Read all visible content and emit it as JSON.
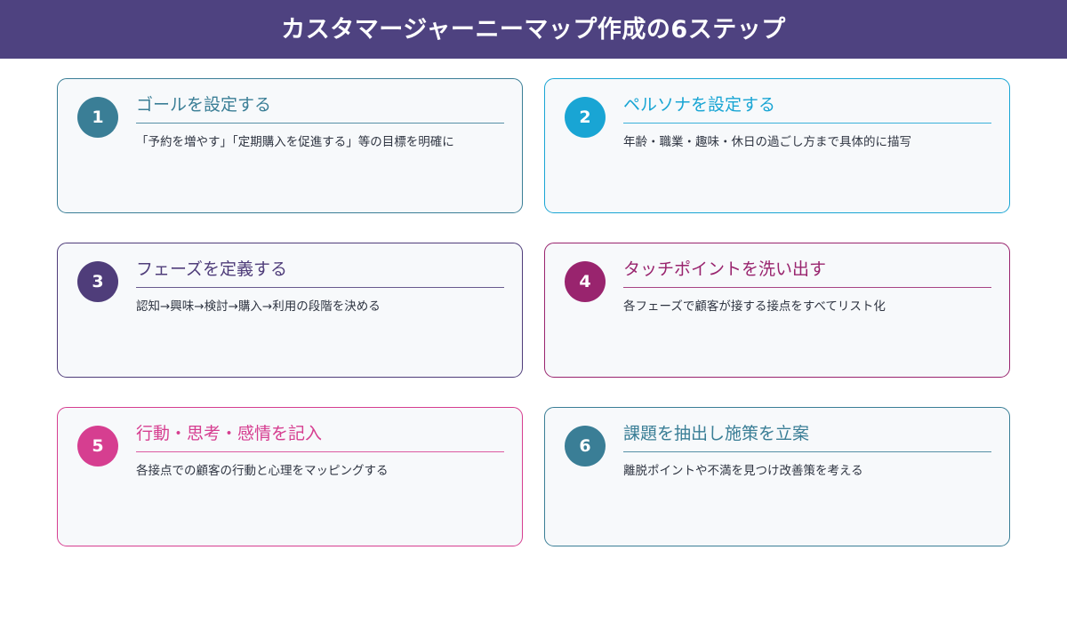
{
  "header": {
    "title": "カスタマージャーニーマップ作成の6ステップ",
    "background_color": "#4e4280",
    "text_color": "#ffffff"
  },
  "page": {
    "background_color": "#ffffff",
    "card_background_color": "#f7f9fb",
    "body_text_color": "#2f3542"
  },
  "steps": [
    {
      "number": "1",
      "title": "ゴールを設定する",
      "description": "「予約を増やす」「定期購入を促進する」等の目標を明確に",
      "accent_color": "#3a7e96"
    },
    {
      "number": "2",
      "title": "ペルソナを設定する",
      "description": "年齢・職業・趣味・休日の過ごし方まで具体的に描写",
      "accent_color": "#19a5d4"
    },
    {
      "number": "3",
      "title": "フェーズを定義する",
      "description": "認知→興味→検討→購入→利用の段階を決める",
      "accent_color": "#4f3d7a"
    },
    {
      "number": "4",
      "title": "タッチポイントを洗い出す",
      "description": "各フェーズで顧客が接する接点をすべてリスト化",
      "accent_color": "#99246e"
    },
    {
      "number": "5",
      "title": "行動・思考・感情を記入",
      "description": "各接点での顧客の行動と心理をマッピングする",
      "accent_color": "#d63e90"
    },
    {
      "number": "6",
      "title": "課題を抽出し施策を立案",
      "description": "離脱ポイントや不満を見つけ改善策を考える",
      "accent_color": "#3a7e96"
    }
  ]
}
